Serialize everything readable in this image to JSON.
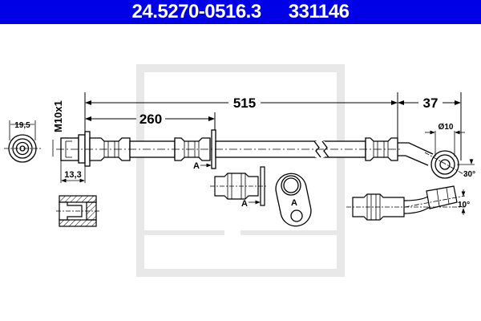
{
  "header": {
    "part_number": "24.5270-0516.3",
    "ref_number": "331146",
    "background_color": "#0000e6",
    "text_color": "#ffffff"
  },
  "drawing": {
    "subject": "brake-hose",
    "dimensions": {
      "total_length": "515",
      "to_bracket": "260",
      "end_offset": "37",
      "thread": "M10x1",
      "fitting_width": "19,5",
      "fitting_length": "13,3",
      "eye_diameter": "Ø10",
      "eye_angle": "30°",
      "end_angle": "10°"
    },
    "labels": {
      "view_marker": "A",
      "view_marker_detail": "A",
      "view_marker_bracket": "A"
    },
    "watermark_color": "#e8e8e8"
  }
}
